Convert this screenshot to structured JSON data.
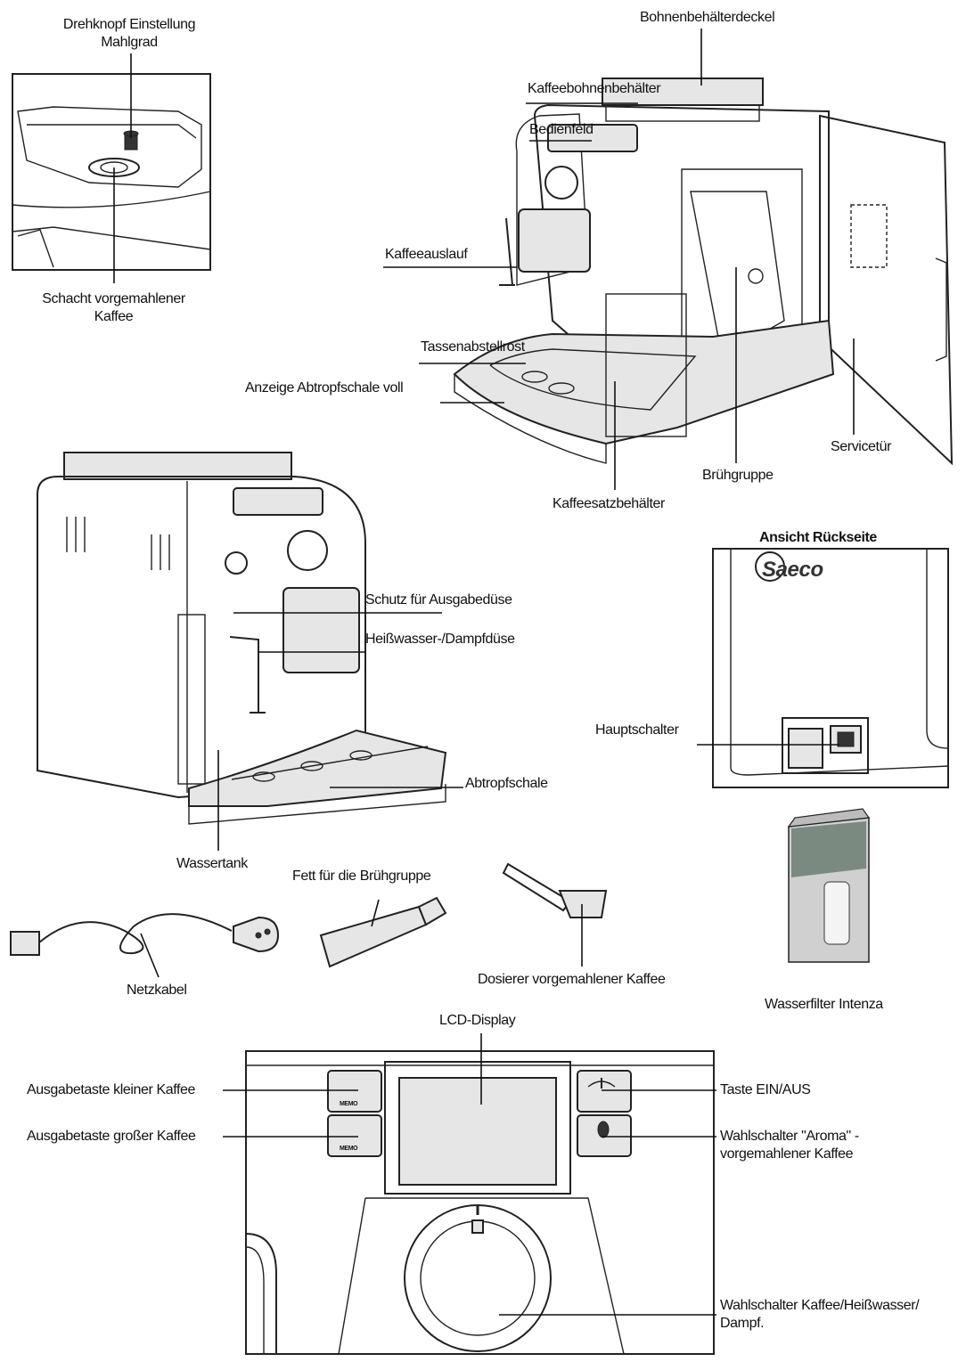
{
  "labels": {
    "drehknopf": "Drehknopf Einstellung\nMahlgrad",
    "schacht": "Schacht vorgemahlener\nKaffee",
    "bohnendeckel": "Bohnenbehälterdeckel",
    "bohnenbehaelter": "Kaffeebohnenbehälter",
    "bedienfeld": "Bedienfeld",
    "kaffeeauslauf": "Kaffeeauslauf",
    "tassenrost": "Tassenabstellrost",
    "anzeige_voll": "Anzeige Abtropfschale voll",
    "bruehgruppe": "Brühgruppe",
    "servicetuer": "Servicetür",
    "kaffeesatz": "Kaffeesatzbehälter",
    "ansicht_rueckseite": "Ansicht Rückseite",
    "schutz_duese": "Schutz für Ausgabedüse",
    "dampfduese": "Heißwasser-/Dampfdüse",
    "hauptschalter": "Hauptschalter",
    "abtropfschale": "Abtropfschale",
    "wassertank": "Wassertank",
    "fett": "Fett für die Brühgruppe",
    "netzkabel": "Netzkabel",
    "dosierer": "Dosierer vorgemahlener Kaffee",
    "wasserfilter": "Wasserfilter Intenza",
    "lcd": "LCD-Display",
    "taste_klein": "Ausgabetaste kleiner Kaffee",
    "taste_gross": "Ausgabetaste großer Kaffee",
    "taste_ein_aus": "Taste EIN/AUS",
    "wahl_aroma": "Wahlschalter \"Aroma\" -\nvorgemahlener Kaffee",
    "wahl_kaffee": "Wahlschalter  Kaffee/Heißwasser/\nDampf."
  },
  "printed": {
    "memo": "MEMO",
    "brand": "Saeco"
  }
}
